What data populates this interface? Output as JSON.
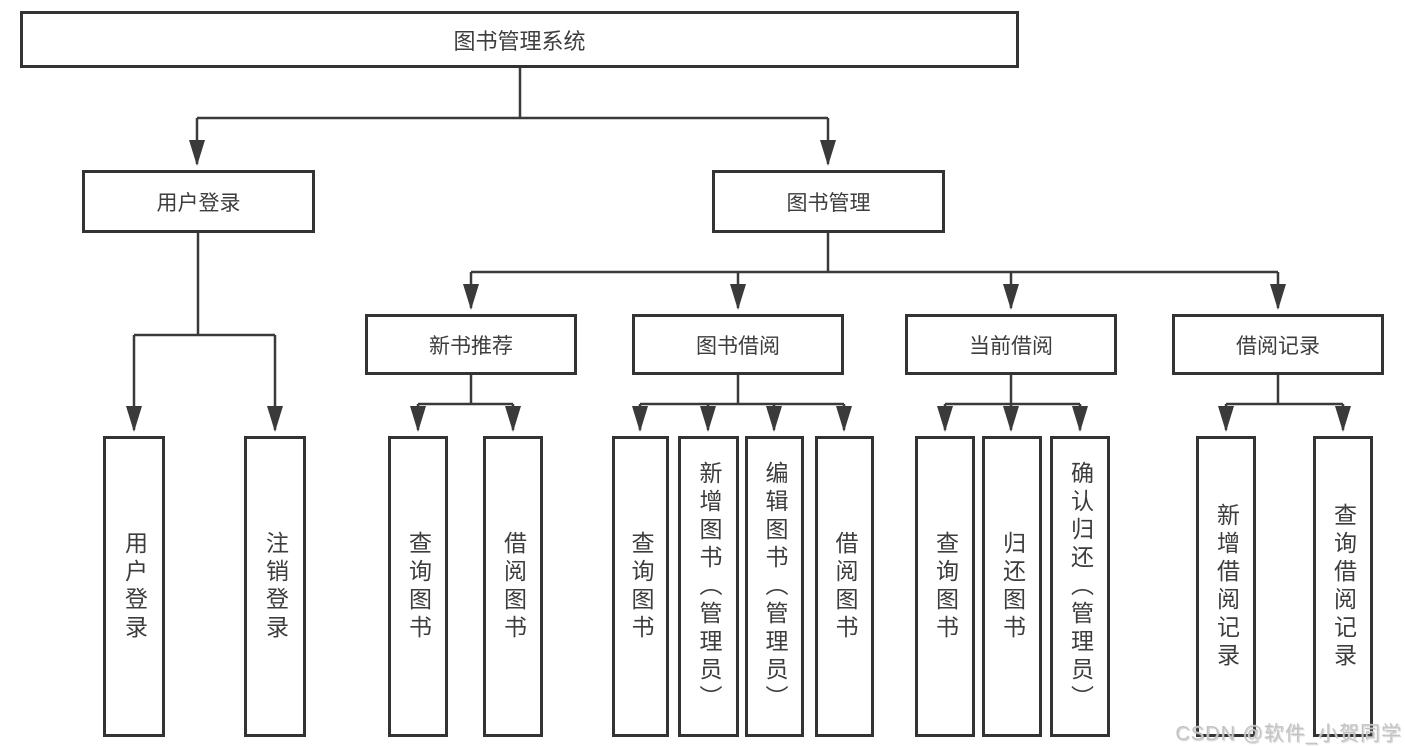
{
  "diagram_type": "functional-structure-tree",
  "root": {
    "label": "图书管理系统",
    "children": [
      {
        "label": "用户登录",
        "children": [
          {
            "label": "用户登录"
          },
          {
            "label": "注销登录"
          }
        ]
      },
      {
        "label": "图书管理",
        "children": [
          {
            "label": "新书推荐",
            "children": [
              {
                "label": "查询图书"
              },
              {
                "label": "借阅图书"
              }
            ]
          },
          {
            "label": "图书借阅",
            "children": [
              {
                "label": "查询图书"
              },
              {
                "label": "新增图书（管理员）"
              },
              {
                "label": "编辑图书（管理员）"
              },
              {
                "label": "借阅图书"
              }
            ]
          },
          {
            "label": "当前借阅",
            "children": [
              {
                "label": "查询图书"
              },
              {
                "label": "归还图书"
              },
              {
                "label": "确认归还（管理员）"
              }
            ]
          },
          {
            "label": "借阅记录",
            "children": [
              {
                "label": "新增借阅记录"
              },
              {
                "label": "查询借阅记录"
              }
            ]
          }
        ]
      }
    ]
  },
  "watermark": "CSDN @软件_小贺同学",
  "colors": {
    "line": "#3a3a3a",
    "box_border": "#333333",
    "text": "#3d3d3d",
    "background": "#ffffff",
    "watermark": "#c3c3c3"
  }
}
